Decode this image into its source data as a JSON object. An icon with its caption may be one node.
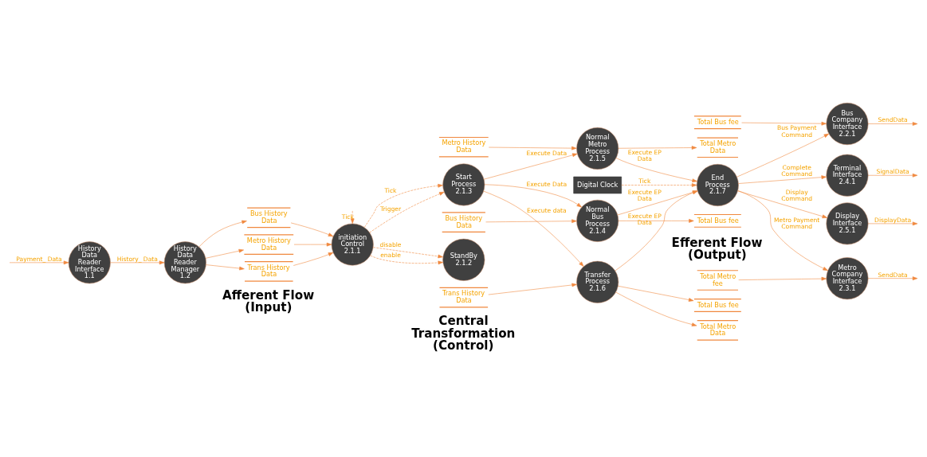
{
  "diagram": {
    "nodes": [
      {
        "text": [
          "History Data Reader Interface 1.1"
        ]
      },
      {
        "text": [
          "History Data Reader Manager 1.2"
        ]
      },
      {
        "text": [
          "Bus History Data"
        ]
      },
      {
        "text": [
          "Metro History Data"
        ]
      },
      {
        "text": [
          "Trans History Data"
        ]
      },
      {
        "text": [
          "initiation Control 2.1.1"
        ]
      },
      {
        "text": [
          "StandBy 2.1.2"
        ]
      },
      {
        "text": [
          "Start Process 2.1.3"
        ]
      },
      {
        "text": [
          "Bus History Data"
        ]
      },
      {
        "text": [
          "Normal Bus Process 2.1.4"
        ]
      },
      {
        "text": [
          "Total Bus fee"
        ]
      },
      {
        "text": [
          "Metro History Data"
        ]
      },
      {
        "text": [
          "Normal Metro Process 2.1.5"
        ]
      },
      {
        "text": [
          "Total Metro Data"
        ]
      },
      {
        "text": [
          "Trans History Data"
        ]
      },
      {
        "text": [
          "Transfer Process 2.1.6"
        ]
      },
      {
        "text": [
          "Total Bus fee"
        ]
      },
      {
        "text": [
          "Total Metro Data"
        ]
      },
      {
        "text": [
          "End Process 2.1.7"
        ]
      },
      {
        "text": [
          "Digital Clock"
        ]
      },
      {
        "text": [
          "Total Bus fee"
        ]
      },
      {
        "text": [
          "Bus Company Interface 2.2.1"
        ]
      },
      {
        "text": [
          "Total Metro fee"
        ]
      },
      {
        "text": [
          "Metro Company Interface 2.3.1"
        ]
      },
      {
        "text": [
          "Terminal Interface 2.4.1"
        ]
      },
      {
        "text": [
          "Display Interface 2.5.1"
        ]
      }
    ],
    "edges": [
      {
        "from": null,
        "to": 0,
        "arrow": "to",
        "label": "Payment_ Data"
      },
      {
        "from": 0,
        "to": 1,
        "arrow": "to",
        "label": "History_ Data"
      },
      {
        "from": 1,
        "to": 2,
        "arrow": "to"
      },
      {
        "from": 1,
        "to": 3,
        "arrow": "to"
      },
      {
        "from": 1,
        "to": 4,
        "arrow": "to"
      },
      {
        "from": 2,
        "to": 5,
        "arrow": "to"
      },
      {
        "from": 3,
        "to": 5,
        "arrow": "to"
      },
      {
        "from": 4,
        "to": 5,
        "arrow": "to"
      },
      {
        "from": null,
        "to": 5,
        "arrow": "to",
        "label": "Tick",
        "style": "dashed"
      },
      {
        "from": 5,
        "to": 6,
        "arrow": "to",
        "label": "enable",
        "style": "dashed"
      },
      {
        "from": 5,
        "to": 6,
        "arrow": "to",
        "label": "disable",
        "style": "dashed"
      },
      {
        "from": 5,
        "to": 7,
        "arrow": "to",
        "label": "Trigger",
        "style": "dashed"
      },
      {
        "from": 5,
        "to": 7,
        "arrow": "to",
        "label": "Tick",
        "style": "dashed"
      },
      {
        "from": 8,
        "to": 9,
        "arrow": "to"
      },
      {
        "from": 7,
        "to": 9,
        "arrow": "to",
        "label": "Execute Data"
      },
      {
        "from": 9,
        "to": 10,
        "arrow": "to"
      },
      {
        "from": 11,
        "to": 12,
        "arrow": "to"
      },
      {
        "from": 7,
        "to": 12,
        "arrow": "to",
        "label": "Execute Data"
      },
      {
        "from": 12,
        "to": 13,
        "arrow": "to"
      },
      {
        "from": 14,
        "to": 15,
        "arrow": "to"
      },
      {
        "from": 7,
        "to": 15,
        "arrow": "to",
        "label": "Execute data"
      },
      {
        "from": 15,
        "to": 16,
        "arrow": "to"
      },
      {
        "from": 15,
        "to": 17,
        "arrow": "to"
      },
      {
        "from": 9,
        "to": 18,
        "arrow": "to",
        "label": "Execute EP Data"
      },
      {
        "from": 12,
        "to": 18,
        "arrow": "to",
        "label": "Execute EP Data"
      },
      {
        "from": 15,
        "to": 18,
        "arrow": "to",
        "label": "Execute EP Data"
      },
      {
        "from": 19,
        "to": 18,
        "arrow": "to",
        "label": "Tick",
        "style": "dashed"
      },
      {
        "from": 20,
        "to": 21,
        "arrow": "to"
      },
      {
        "from": 18,
        "to": 21,
        "arrow": "to",
        "label": "Bus Payment Command"
      },
      {
        "from": 21,
        "to": null,
        "arrow": "to",
        "label": "SendData"
      },
      {
        "from": 22,
        "to": 23,
        "arrow": "to"
      },
      {
        "from": 18,
        "to": 23,
        "arrow": "to",
        "label": "Metro Payment Command"
      },
      {
        "from": 23,
        "to": null,
        "arrow": "to",
        "label": "SendData"
      },
      {
        "from": 18,
        "to": 24,
        "arrow": "to",
        "label": "Complete Command"
      },
      {
        "from": 24,
        "to": null,
        "arrow": "to",
        "label": "SignalData"
      },
      {
        "from": 18,
        "to": 25,
        "arrow": "to",
        "label": "Display Command"
      },
      {
        "from": 25,
        "to": null,
        "arrow": "to",
        "label": "DisplayData"
      }
    ],
    "labels": [
      "Afferent Flow (Input)",
      "Central Transformation (Control)",
      "Efferent Flow (Output)"
    ]
  }
}
